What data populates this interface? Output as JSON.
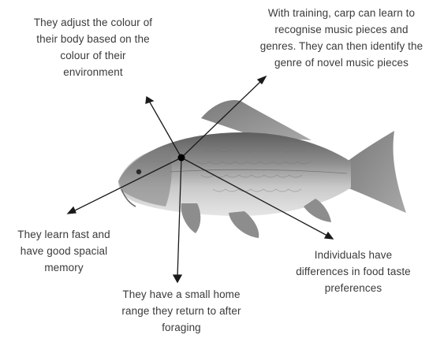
{
  "annotations": {
    "colour": "They adjust the colour of their body based on the colour of their environment",
    "music": "With training, carp can learn to recognise music pieces and genres. They can then identify the genre of novel music pieces",
    "learning": "They learn fast and have good spacial memory",
    "home_range": "They have a small home range they return to after foraging",
    "food": "Individuals have differences in food taste preferences"
  },
  "colors": {
    "line": "#1a1a1a",
    "text": "#3a3a3a",
    "fish_body_dark": "#6e6e6e",
    "fish_body_light": "#d8d8d8",
    "fish_fin": "#8a8a8a"
  },
  "icons": {
    "fish": "common-carp-illustration",
    "center": "center-dot",
    "arrowheads": "arrowhead-icon"
  }
}
